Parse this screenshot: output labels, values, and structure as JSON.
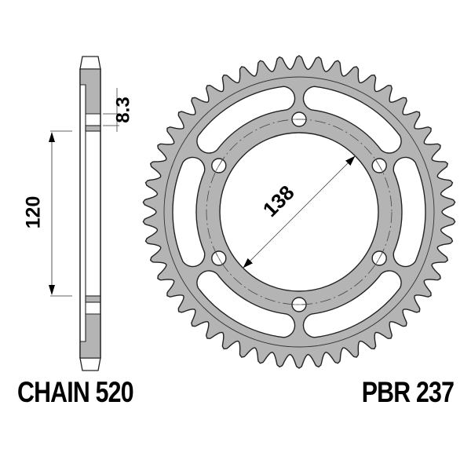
{
  "diagram": {
    "type": "rear sprocket technical drawing",
    "colors": {
      "sprocket_fill": "#b4b4b4",
      "outline": "#222222",
      "background": "#ffffff",
      "text": "#000000"
    },
    "sprocket": {
      "teeth": 50,
      "bolt_holes": 6,
      "lightening_slots": 6,
      "center_bore_label": "138"
    },
    "side_view": {
      "thickness_label": "8.3",
      "bolt_circle_label": "120"
    },
    "labels": {
      "chain": "CHAIN 520",
      "part_number": "PBR 237"
    }
  }
}
